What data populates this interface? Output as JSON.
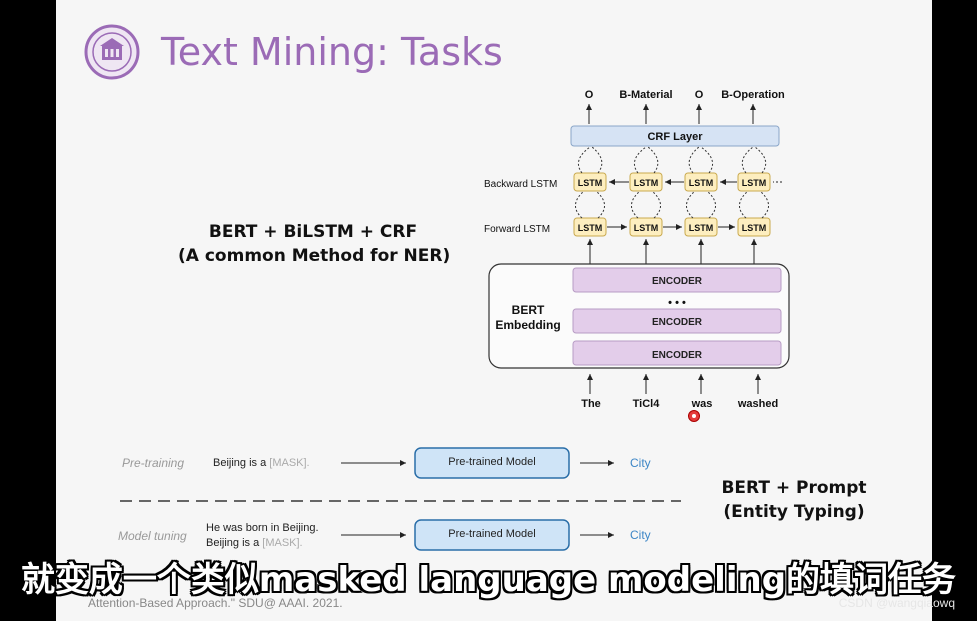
{
  "title": "Text Mining: Tasks",
  "logo": {
    "icon": "university-seal-icon",
    "color": "#9b6bb6"
  },
  "method": {
    "line1": "BERT + BiLSTM + CRF",
    "line2": "(A common Method for NER)"
  },
  "ner_diagram": {
    "output_tags": [
      "O",
      "B-Material",
      "O",
      "B-Operation"
    ],
    "crf_label": "CRF Layer",
    "backward_label": "Backward LSTM",
    "forward_label": "Forward LSTM",
    "lstm_label": "LSTM",
    "bert_label_line1": "BERT",
    "bert_label_line2": "Embedding",
    "encoder_label": "ENCODER",
    "ellipsis": "• • •",
    "input_tokens": [
      "The",
      "TiCl4",
      "was",
      "washed"
    ]
  },
  "prompt_diagram": {
    "pretraining_label": "Pre-training",
    "pretraining_input": "Beijing is a ",
    "mask_token": "[MASK].",
    "tuning_label": "Model tuning",
    "tuning_input_line1": "He was born in Beijing.",
    "tuning_input_line2": "Beijing is a ",
    "model_label": "Pre-trained Model",
    "output": "City"
  },
  "prompt_heading": {
    "line1": "BERT + Prompt",
    "line2": "(Entity Typing)"
  },
  "subtitle": "就变成一个类似masked language modeling的填词任务",
  "references": {
    "line1_visible": "Attention-Based Approach.\" SDU@ AAAI. 2021."
  },
  "watermark": "CSDN @wangqiaowq",
  "colors": {
    "title": "#9b6bb6",
    "encoder_fill": "#e3cdea",
    "encoder_border": "#b79cc4",
    "lstm_fill": "#fdeebf",
    "lstm_border": "#c9a94e",
    "crf_fill": "#d6e3f4",
    "model_fill": "#cfe4f7",
    "model_border": "#2a6ea8",
    "output_link": "#3d86c6"
  }
}
